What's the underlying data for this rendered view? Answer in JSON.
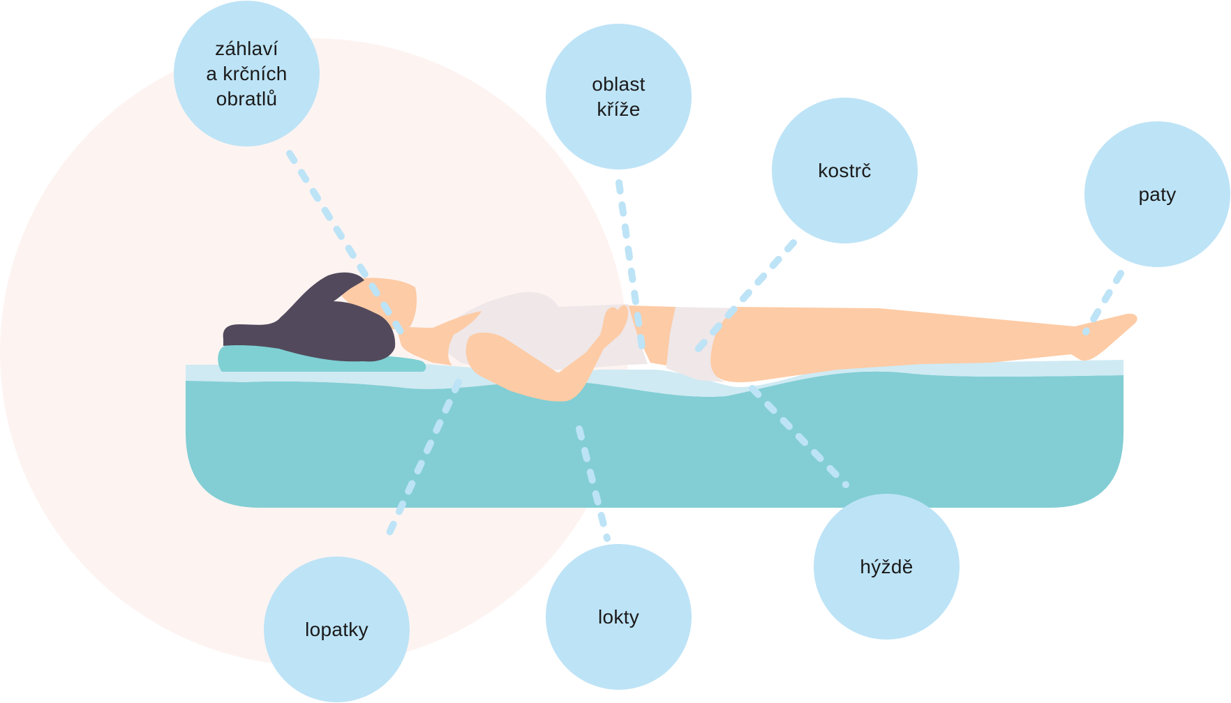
{
  "colors": {
    "bubble": "#bde3f6",
    "connector": "#bde3f6",
    "background_circle": "#fdf4f2",
    "mattress": "#82ced4",
    "mattress_top": "#cfeaf3",
    "pillow": "#7fd0d3",
    "skin": "#fdcba5",
    "hair": "#524a5c",
    "clothing": "#efe7e8"
  },
  "labels": {
    "head_neck": [
      "záhlaví",
      "a krčních",
      "obratlů"
    ],
    "sacrum": [
      "oblast",
      "kříže"
    ],
    "coccyx": [
      "kostrč"
    ],
    "heels": [
      "paty"
    ],
    "shoulder_blades": [
      "lopatky"
    ],
    "elbows": [
      "lokty"
    ],
    "buttocks": [
      "hýždě"
    ]
  }
}
